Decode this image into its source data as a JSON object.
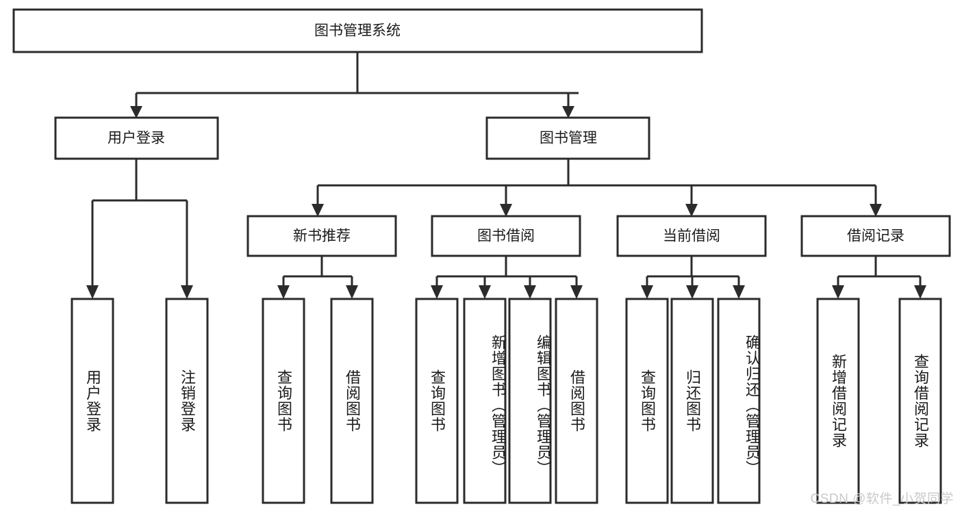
{
  "diagram": {
    "title": "图书管理系统",
    "watermark": "CSDN @软件_小贺同学",
    "colors": {
      "stroke": "#2b2b2b",
      "fill": "#ffffff",
      "text": "#1a1a1a",
      "watermark": "#c9c9c9"
    },
    "root": {
      "label": "图书管理系统"
    },
    "level2": [
      {
        "label": "用户登录"
      },
      {
        "label": "图书管理"
      }
    ],
    "level3": [
      {
        "label": "新书推荐"
      },
      {
        "label": "图书借阅"
      },
      {
        "label": "当前借阅"
      },
      {
        "label": "借阅记录"
      }
    ],
    "leaves": {
      "user_login": [
        {
          "label": "用户登录"
        },
        {
          "label": "注销登录"
        }
      ],
      "new_book_recommend": [
        {
          "label": "查询图书"
        },
        {
          "label": "借阅图书"
        }
      ],
      "book_borrow": [
        {
          "label": "查询图书"
        },
        {
          "label": "新增图书（管理员）"
        },
        {
          "label": "编辑图书（管理员）"
        },
        {
          "label": "借阅图书"
        }
      ],
      "current_borrow": [
        {
          "label": "查询图书"
        },
        {
          "label": "归还图书"
        },
        {
          "label": "确认归还（管理员）"
        }
      ],
      "borrow_record": [
        {
          "label": "新增借阅记录"
        },
        {
          "label": "查询借阅记录"
        }
      ]
    }
  }
}
